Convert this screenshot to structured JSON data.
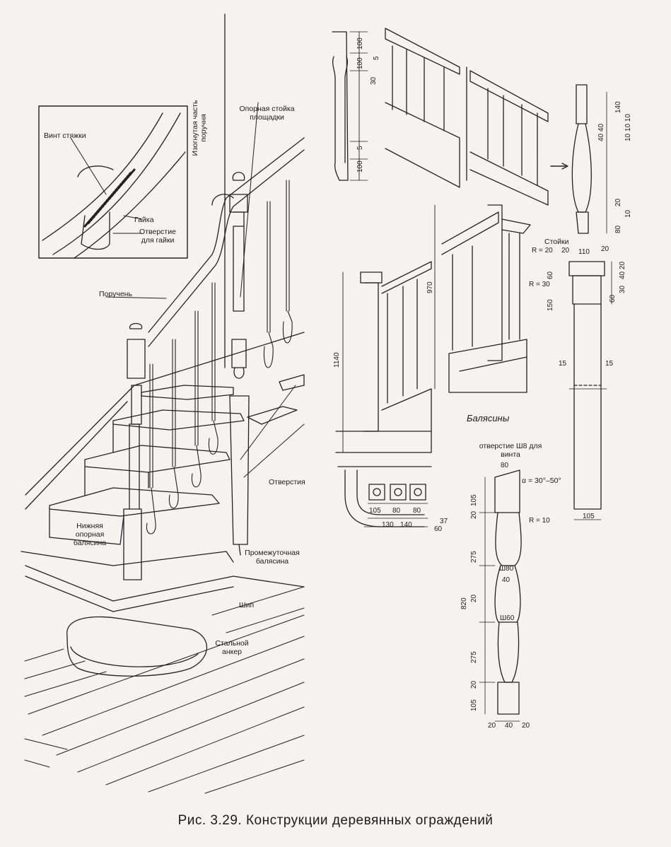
{
  "caption": "Рис. 3.29. Конструкции деревянных ограждений",
  "labels": {
    "screw": "Винт стяжки",
    "nut": "Гайка",
    "nut_hole": "Отверстие для гайки",
    "curved_handrail": "Изогнутая часть поручня",
    "landing_post": "Опорная стойка площадки",
    "handrail": "Поручень",
    "holes": "Отверстия",
    "bottom_baluster": "Нижняя опорная балясина",
    "middle_baluster": "Промежуточная балясина",
    "tenon": "Шип",
    "steel_anchor": "Стальной анкер",
    "balusters": "Балясины",
    "posts": "Стойки",
    "screw_hole": "отверстие Ш8 для винта",
    "angle": "α = 30°–50°"
  },
  "dimensions": {
    "left_post": [
      "100",
      "5",
      "100",
      "30",
      "5",
      "100"
    ],
    "right_baluster": [
      "140",
      "40 40",
      "10 10 10",
      "20",
      "10",
      "80"
    ],
    "stair_heights": [
      "1140",
      "970"
    ],
    "plan": [
      "105",
      "80",
      "80",
      "130",
      "140",
      "37",
      "60"
    ],
    "newel": [
      "R = 20",
      "20",
      "110",
      "20",
      "R = 30",
      "60",
      "40 20",
      "30",
      "150",
      "60",
      "15",
      "15",
      "105"
    ],
    "baluster": [
      "80",
      "105",
      "20",
      "R = 10",
      "275",
      "Ш80",
      "40",
      "820",
      "20",
      "Ш60",
      "275",
      "20",
      "105",
      "20",
      "40",
      "20"
    ]
  }
}
